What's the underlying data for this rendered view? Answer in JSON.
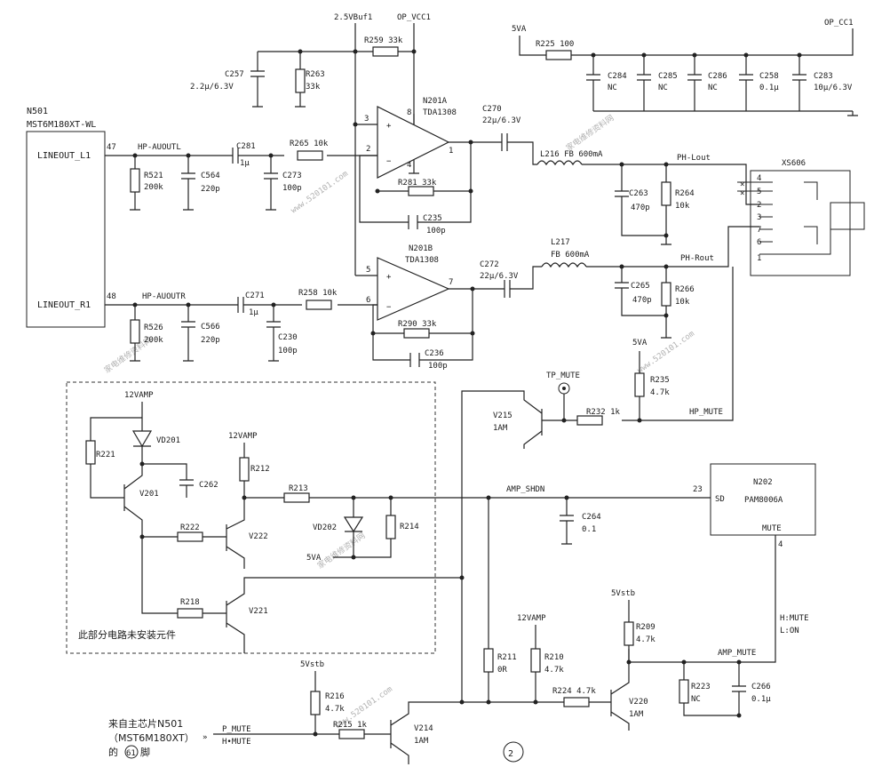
{
  "ic": {
    "n501_ref": "N501",
    "n501_part": "MST6M180XT-WL",
    "n501_pin47": "47",
    "n501_pin48": "48",
    "n501_lineout_l1": "LINEOUT_L1",
    "n501_lineout_r1": "LINEOUT_R1",
    "n201a_ref": "N201A",
    "n201a_part": "TDA1308",
    "n201b_ref": "N201B",
    "n201b_part": "TDA1308",
    "n202_ref": "N202",
    "n202_part": "PAM8006A",
    "n202_pin_sd": "SD",
    "n202_pin23": "23",
    "n202_mute": "MUTE",
    "n202_pin4": "4",
    "op_pins": {
      "p3": "3",
      "p2": "2",
      "p8": "8",
      "p4": "4",
      "p1": "1",
      "p5": "5",
      "p6": "6",
      "p7": "7"
    },
    "xs606_ref": "XS606",
    "xs606_pins": [
      "4",
      "5",
      "2",
      "3",
      "7",
      "6",
      "1"
    ]
  },
  "nets": {
    "v25buf1": "2.5VBuf1",
    "op_vcc1": "OP_VCC1",
    "v5va_top": "5VA",
    "op_cc1": "OP_CC1",
    "hp_auoutl": "HP-AUOUTL",
    "hp_auoutr": "HP-AUOUTR",
    "ph_lout": "PH-Lout",
    "ph_rout": "PH-Rout",
    "hp_mute": "HP_MUTE",
    "tp_mute": "TP_MUTE",
    "v5va_mid": "5VA",
    "amp_shdn": "AMP_SHDN",
    "v12vamp1": "12VAMP",
    "v12vamp2": "12VAMP",
    "v12vamp3": "12VAMP",
    "v5va_low": "5VA",
    "v5vstb1": "5Vstb",
    "v5vstb2": "5Vstb",
    "amp_mute": "AMP_MUTE",
    "p_mute": "P_MUTE",
    "h_mute_in": "H•MUTE",
    "h_mute_note1": "H:MUTE",
    "h_mute_note2": "L:ON"
  },
  "comp": {
    "c257": "C257",
    "c257v": "2.2μ/6.3V",
    "r263": "R263",
    "r263v": "33k",
    "r259": "R259  33k",
    "r225": "R225  100",
    "c284": "C284",
    "c284v": "NC",
    "c285": "C285",
    "c285v": "NC",
    "c286": "C286",
    "c286v": "NC",
    "c258": "C258",
    "c258v": "0.1μ",
    "c283": "C283",
    "c283v": "10μ/6.3V",
    "c270": "C270",
    "c270v": "22μ/6.3V",
    "c281": "C281",
    "c281v": "1μ",
    "r265": "R265  10k",
    "r521": "R521",
    "r521v": "200k",
    "c564": "C564",
    "c564v": "220p",
    "c273": "C273",
    "c273v": "100p",
    "r281": "R281  33k",
    "c235": "C235",
    "c235v": "100p",
    "l216": "L216  FB  600mA",
    "c263": "C263",
    "c263v": "470p",
    "r264": "R264",
    "r264v": "10k",
    "c272": "C272",
    "c272v": "22μ/6.3V",
    "l217": "L217",
    "l217v": "FB  600mA",
    "c265": "C265",
    "c265v": "470p",
    "r266": "R266",
    "r266v": "10k",
    "c271": "C271",
    "c271v": "1μ",
    "r258": "R258  10k",
    "r526": "R526",
    "r526v": "200k",
    "c566": "C566",
    "c566v": "220p",
    "c230": "C230",
    "c230v": "100p",
    "r290": "R290  33k",
    "c236": "C236",
    "c236v": "100p",
    "r235": "R235",
    "r235v": "4.7k",
    "r232": "R232  1k",
    "v215": "V215",
    "v215v": "1AM",
    "r221": "R221",
    "vd201": "VD201",
    "v201": "V201",
    "c262": "C262",
    "r212": "R212",
    "r213": "R213",
    "r222": "R222",
    "v222": "V222",
    "vd202": "VD202",
    "r214": "R214",
    "r218": "R218",
    "v221": "V221",
    "c264": "C264",
    "c264v": "0.1",
    "r211": "R211",
    "r211v": "0R",
    "r210": "R210",
    "r210v": "4.7k",
    "r209": "R209",
    "r209v": "4.7k",
    "r224": "R224  4.7k",
    "v220": "V220",
    "v220v": "1AM",
    "r223": "R223",
    "r223v": "NC",
    "c266": "C266",
    "c266v": "0.1μ",
    "r216": "R216",
    "r216v": "4.7k",
    "r215": "R215  1k",
    "v214": "V214",
    "v214v": "1AM"
  },
  "notes": {
    "not_installed": "此部分电路未安装元件",
    "from_chip_1": "来自主芯片N501",
    "from_chip_2": "（MST6M180XT）",
    "from_chip_3": "的",
    "from_chip_pin": "61",
    "from_chip_4": "脚",
    "figure_no": "2"
  },
  "watermark": {
    "url": "www.520101.com",
    "cn": "家电维修资料网"
  }
}
